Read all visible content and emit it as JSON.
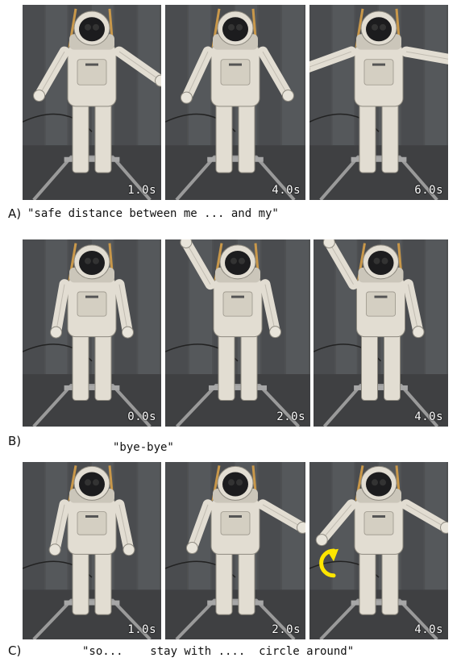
{
  "rows": [
    {
      "label": "A)",
      "caption": "\"safe distance between me ... and my\"",
      "frames": [
        {
          "time": "1.0s"
        },
        {
          "time": "4.0s"
        },
        {
          "time": "6.0s"
        }
      ]
    },
    {
      "label": "B)",
      "caption": "\"bye-bye\"",
      "frames": [
        {
          "time": "0.0s"
        },
        {
          "time": "2.0s"
        },
        {
          "time": "4.0s"
        }
      ]
    },
    {
      "label": "C)",
      "caption": "\"so...    stay with ....  circle around\"",
      "frames": [
        {
          "time": "1.0s"
        },
        {
          "time": "2.0s"
        },
        {
          "time": "4.0s"
        }
      ]
    }
  ],
  "colors": {
    "backdrop": "#4e5052",
    "robot_body": "#e2ddd2",
    "robot_visor": "#1c1c1e",
    "annotation_arrow": "#ffe600"
  }
}
